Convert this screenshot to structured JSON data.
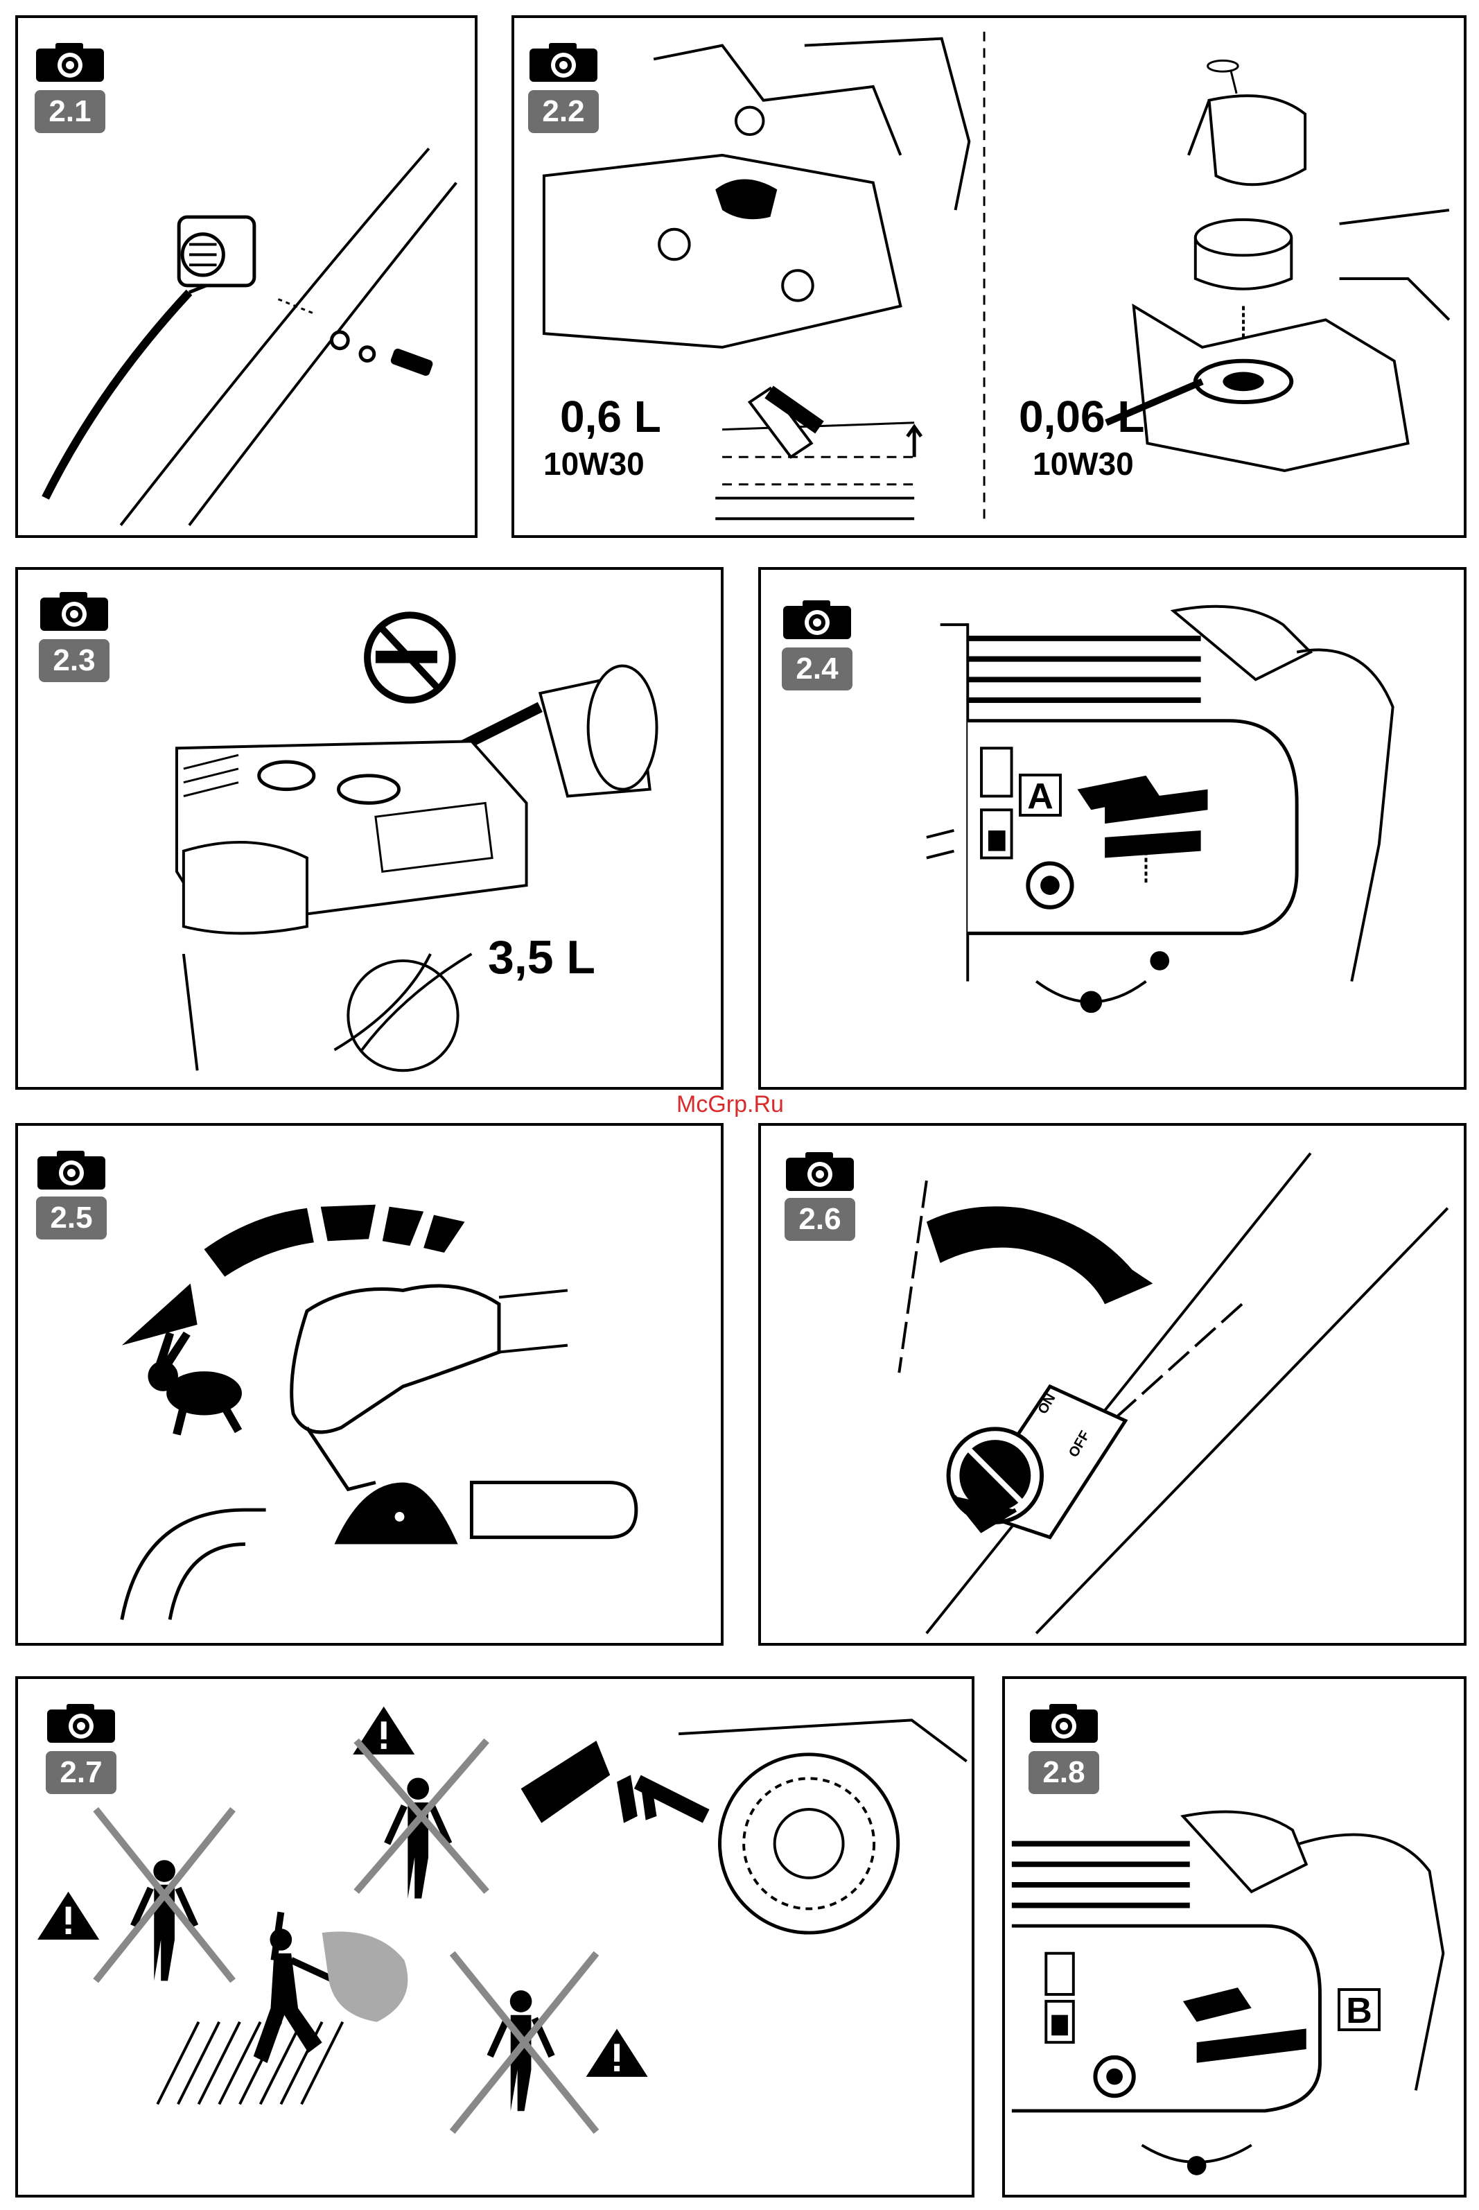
{
  "watermark": "McGrp.Ru",
  "panels": {
    "p21": {
      "badge": "2.1"
    },
    "p22": {
      "badge": "2.2",
      "oil_left_volume": "0,6 L",
      "oil_left_grade": "10W30",
      "oil_right_volume": "0,06 L",
      "oil_right_grade": "10W30"
    },
    "p23": {
      "badge": "2.3",
      "fuel_volume": "3,5 L"
    },
    "p24": {
      "badge": "2.4",
      "callout": "A"
    },
    "p25": {
      "badge": "2.5"
    },
    "p26": {
      "badge": "2.6",
      "switch_on": "ON",
      "switch_off": "OFF"
    },
    "p27": {
      "badge": "2.7"
    },
    "p28": {
      "badge": "2.8",
      "callout": "B"
    }
  },
  "icons": {
    "camera": "camera-icon",
    "warning": "warning-triangle-icon",
    "no_smoking": "no-smoking-icon",
    "rabbit": "rabbit-fast-icon"
  },
  "colors": {
    "badge_bg": "#6e6e6e",
    "watermark": "#d92b2b",
    "ink": "#000000"
  }
}
